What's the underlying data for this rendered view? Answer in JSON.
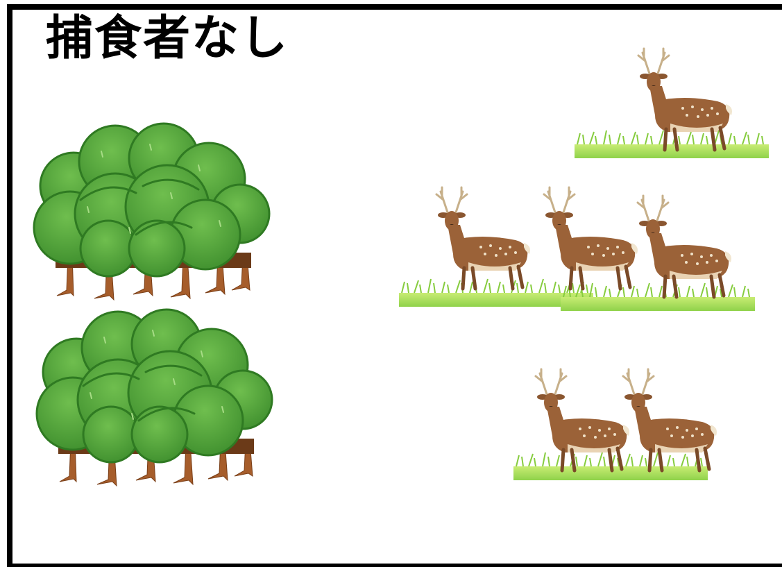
{
  "title": "捕食者なし",
  "colors": {
    "frame": "#000000",
    "tree_dark": "#3f8c2c",
    "tree_mid": "#5aa940",
    "tree_light": "#7cc25e",
    "trunk": "#a0592a",
    "grass_light": "#b9e36a",
    "grass_dark": "#7cc83b",
    "deer_body": "#9b6238",
    "deer_belly": "#e9d3b4",
    "antler": "#c9b28c"
  },
  "scene": {
    "forests": [
      "forest-icon",
      "forest-icon"
    ],
    "deer_groups": [
      {
        "icon": "deer-on-grass-icon",
        "count": 1
      },
      {
        "icon": "deer-on-grass-icon",
        "count": 3
      },
      {
        "icon": "deer-on-grass-icon",
        "count": 2
      }
    ]
  }
}
